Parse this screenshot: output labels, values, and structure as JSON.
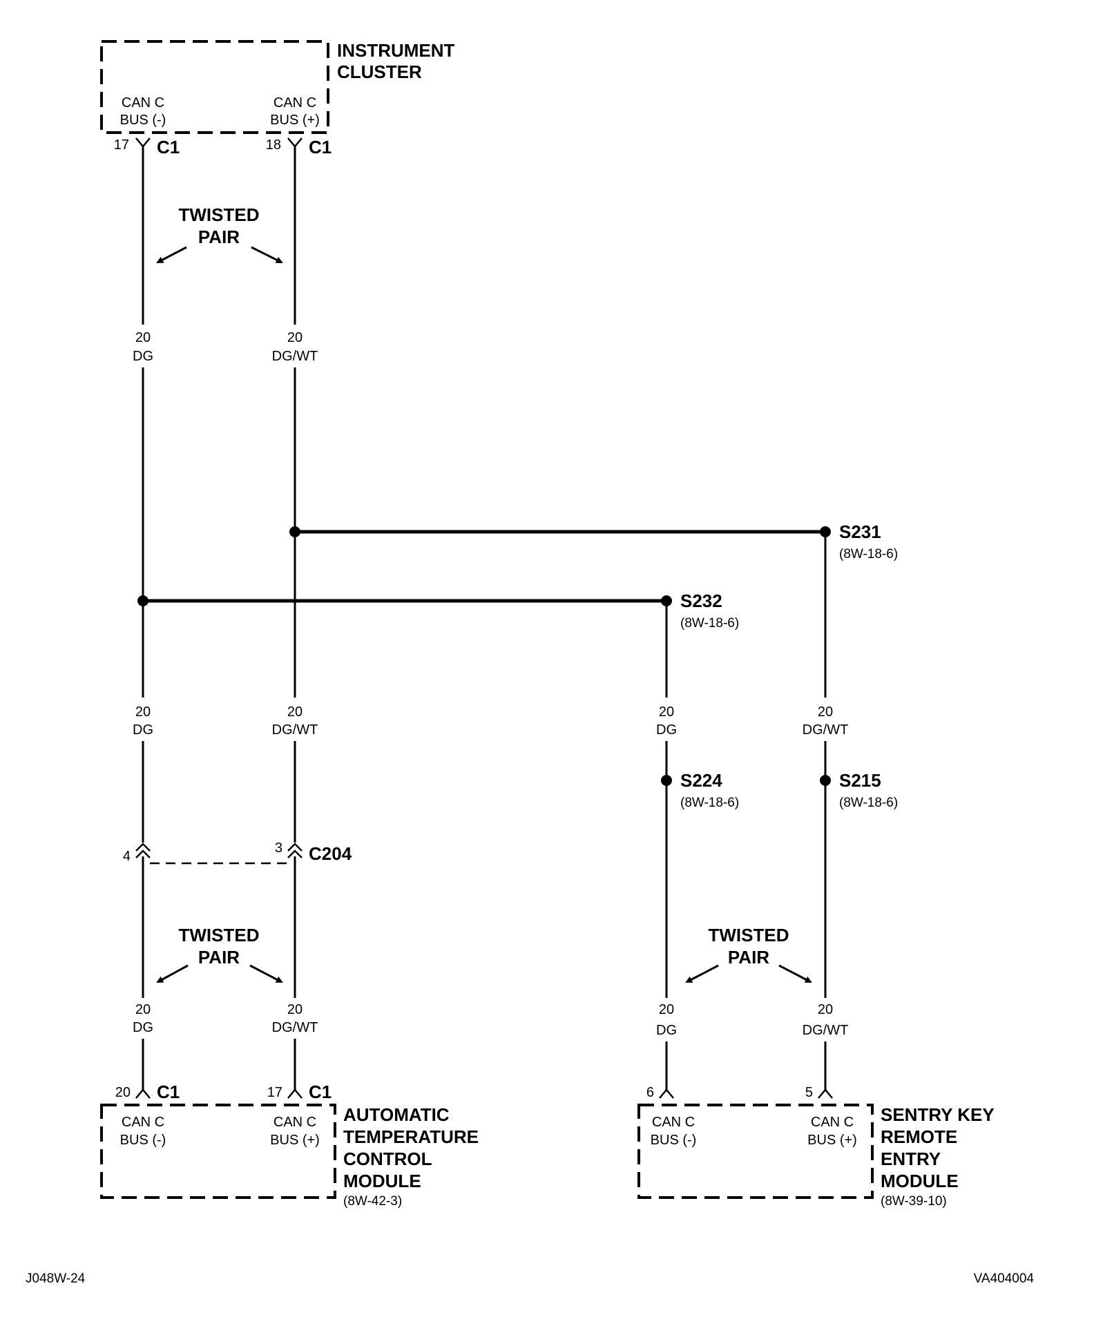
{
  "modules": {
    "instrument_cluster": {
      "name_line1": "INSTRUMENT",
      "name_line2": "CLUSTER",
      "pin_minus": "CAN C BUS (-)",
      "pin_plus": "CAN C BUS (+)"
    },
    "atc_module": {
      "name_line1": "AUTOMATIC",
      "name_line2": "TEMPERATURE",
      "name_line3": "CONTROL",
      "name_line4": "MODULE",
      "ref": "(8W-42-3)",
      "pin_minus": "CAN C BUS (-)",
      "pin_plus": "CAN C BUS (+)"
    },
    "skreem": {
      "name_line1": "SENTRY KEY",
      "name_line2": "REMOTE",
      "name_line3": "ENTRY",
      "name_line4": "MODULE",
      "ref": "(8W-39-10)",
      "pin_minus": "CAN C BUS (-)",
      "pin_plus": "CAN C BUS (+)"
    }
  },
  "pin_text": {
    "can_c": "CAN C",
    "bus_minus": "BUS (-)",
    "bus_plus": "BUS (+)"
  },
  "connectors": {
    "ic_c1_pin17": "17",
    "ic_c1_pin18": "18",
    "ic_c1_name": "C1",
    "c204_pin4": "4",
    "c204_pin3": "3",
    "c204_name": "C204",
    "atc_c1_pin20": "20",
    "atc_c1_pin17": "17",
    "atc_c1_name": "C1",
    "skreem_pin6": "6",
    "skreem_pin5": "5"
  },
  "twisted_pair": {
    "line1": "TWISTED",
    "line2": "PAIR"
  },
  "wires": {
    "gauge": "20",
    "color_minus": "DG",
    "color_plus": "DG/WT"
  },
  "splices": {
    "s231": {
      "name": "S231",
      "ref": "(8W-18-6)"
    },
    "s232": {
      "name": "S232",
      "ref": "(8W-18-6)"
    },
    "s224": {
      "name": "S224",
      "ref": "(8W-18-6)"
    },
    "s215": {
      "name": "S215",
      "ref": "(8W-18-6)"
    }
  },
  "footer": {
    "left_code": "J048W-24",
    "right_code": "VA404004"
  }
}
